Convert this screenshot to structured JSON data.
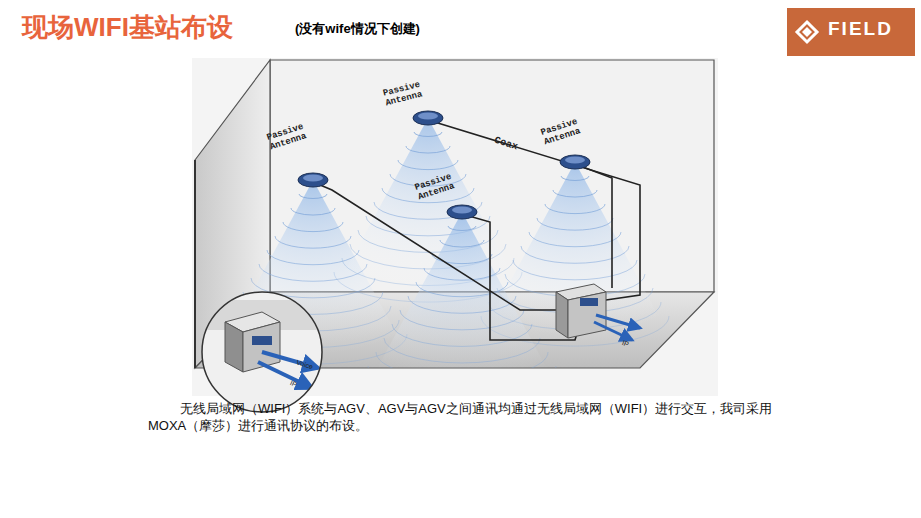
{
  "diagram": {
    "title": "现场WIFI基站布设",
    "caption": "无线局域网（WIFI）系统与AGV、AGV与AGV之间通讯均通过无线局域网（WIFI）进行交互，我司采用MOXA（摩莎）进行通讯协议的布设。",
    "labels": [
      "(没有wife情况下创建)",
      "FIELD",
      "Passive Antenna",
      "Passive Antenna",
      "Passive Antenna",
      "Passive Antenna",
      "Coax",
      "Voice",
      "IP",
      "IP"
    ]
  }
}
